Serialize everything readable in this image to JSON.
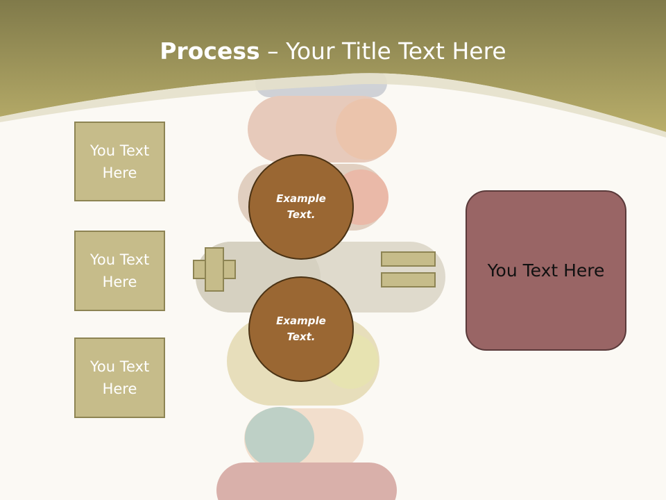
{
  "title": {
    "bold": "Process",
    "rest": " – Your Title Text Here"
  },
  "left_boxes": [
    {
      "label": "You Text Here"
    },
    {
      "label": "You Text Here"
    },
    {
      "label": "You Text Here"
    }
  ],
  "circles": [
    {
      "label": "Example Text."
    },
    {
      "label": "Example Text."
    }
  ],
  "result": {
    "label": "You Text Here"
  },
  "colors": {
    "header": "#b3a965",
    "box_fill": "#c6bc8a",
    "circle_fill": "#9a6733",
    "result_fill": "#996565"
  }
}
